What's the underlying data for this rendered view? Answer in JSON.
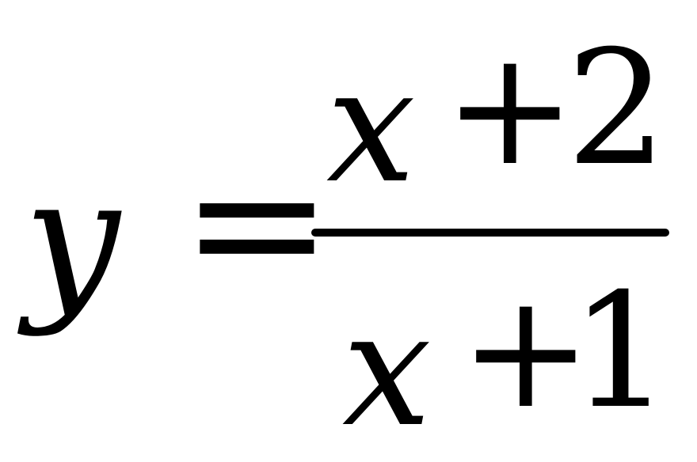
{
  "equation": {
    "lhs": "y",
    "equals": "=",
    "numerator": {
      "variable": "x",
      "operator": "+",
      "constant": "2"
    },
    "denominator": {
      "variable": "x",
      "operator": "+",
      "constant": "1"
    }
  }
}
